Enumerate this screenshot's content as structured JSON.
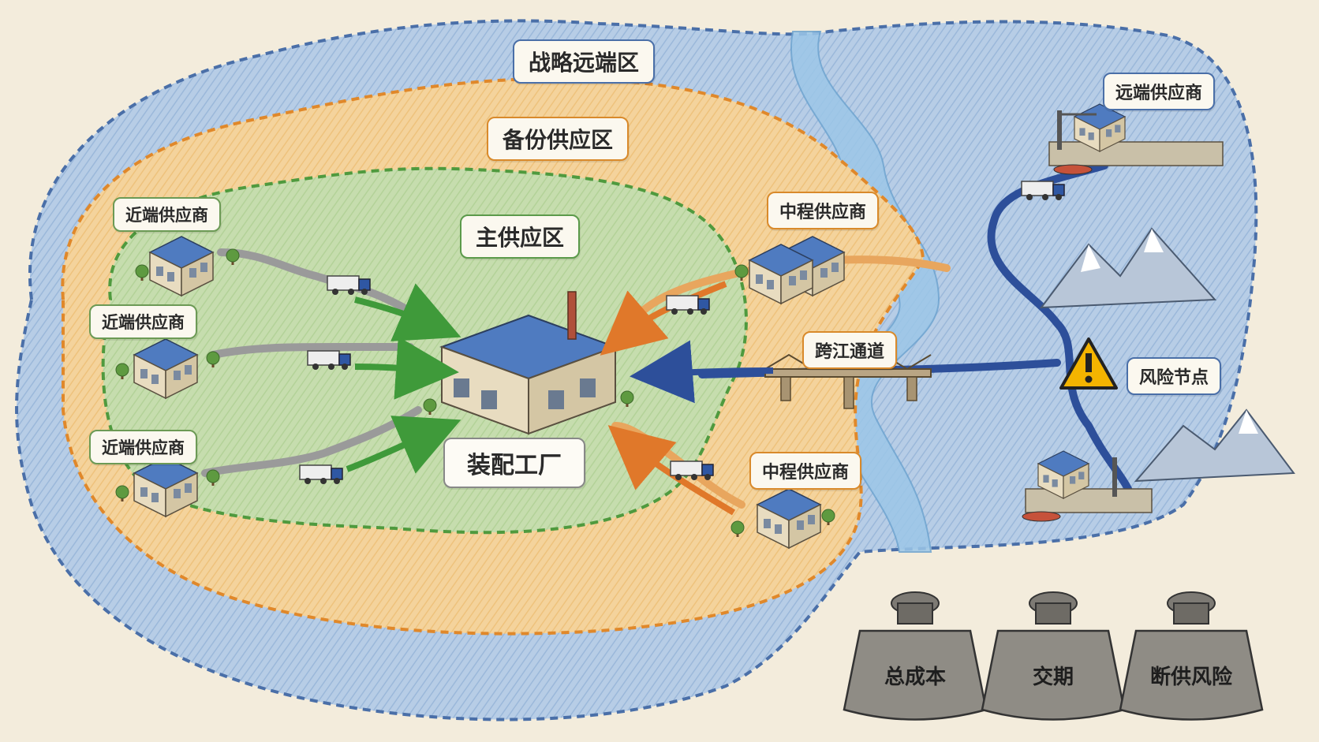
{
  "zones": {
    "strategic": "战略远端区",
    "backup": "备份供应区",
    "main": "主供应区"
  },
  "suppliers": {
    "near": [
      "近端供应商",
      "近端供应商",
      "近端供应商"
    ],
    "mid": [
      "中程供应商",
      "中程供应商"
    ],
    "far": "远端供应商"
  },
  "factory": "装配工厂",
  "bridge": "跨江通道",
  "risk_node": "风险节点",
  "weights": [
    "总成本",
    "交期",
    "断供风险"
  ],
  "colors": {
    "strategic_zone": "#a9c3e0",
    "backup_zone": "#f1c98a",
    "main_zone": "#bcd9a3",
    "near_arrow": "#3f9a3a",
    "mid_arrow": "#e0782a",
    "far_arrow": "#2d4f9a",
    "river": "#8ec1e6",
    "warning": "#f4b400"
  },
  "icons": {
    "warning": "warning-triangle-icon",
    "truck": "truck-icon",
    "factory": "factory-icon",
    "warehouse": "warehouse-icon",
    "bridge": "bridge-icon",
    "mountain": "mountain-icon",
    "port": "port-icon",
    "weight": "weight-icon"
  }
}
